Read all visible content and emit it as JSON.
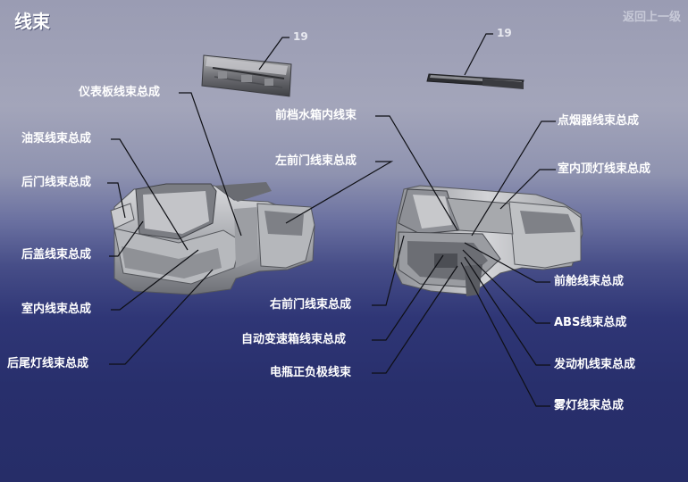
{
  "page": {
    "title": "线束",
    "back_link": "返回上一级"
  },
  "parts": {
    "dashboard_num": "19",
    "front_bar_num": "19"
  },
  "labels": {
    "dashboard_harness": "仪表板线束总成",
    "oil_pump_harness": "油泵线束总成",
    "rear_door_harness": "后门线束总成",
    "trunk_lid_harness": "后盖线束总成",
    "interior_harness": "室内线束总成",
    "tail_lamp_harness": "后尾灯线束总成",
    "front_water_tank_harness": "前档水箱内线束",
    "left_front_door_harness": "左前门线束总成",
    "right_front_door_harness": "右前门线束总成",
    "auto_transmission_harness": "自动变速箱线束总成",
    "battery_cable": "电瓶正负极线束",
    "igniter_harness": "点烟器线束总成",
    "dome_lamp_harness": "室内顶灯线束总成",
    "engine_bay_harness": "前舱线束总成",
    "abs_harness": "ABS线束总成",
    "engine_harness": "发动机线束总成",
    "fog_lamp_harness": "雾灯线束总成"
  }
}
